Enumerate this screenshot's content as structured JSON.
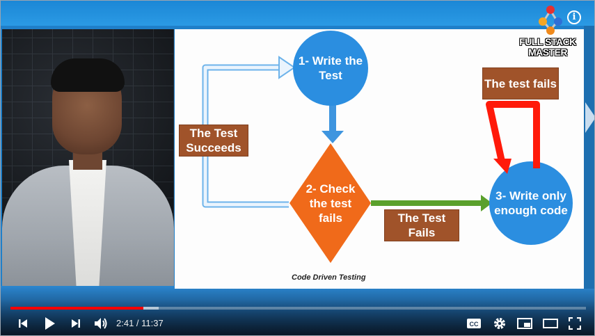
{
  "video": {
    "channel_logo_text": "FULL STACK MASTER",
    "info_label": "i"
  },
  "slide": {
    "nodes": {
      "write_test": "1- Write the Test",
      "check_test": "2- Check the test fails",
      "write_code": "3- Write only enough code"
    },
    "labels": {
      "test_succeeds": "The Test Succeeds",
      "test_fails_bottom": "The Test Fails",
      "test_fails_top": "The test fails"
    },
    "caption": "Code Driven Testing",
    "colors": {
      "circle": "#2b8ee0",
      "diamond": "#f06a1a",
      "label_bg": "#a0532a",
      "arrow_blue_outline": "#6db3ea",
      "arrow_green": "#5aa02c",
      "arrow_red": "#ff1a0a"
    }
  },
  "player": {
    "current_time": "2:41",
    "separator": " / ",
    "duration": "11:37",
    "progress_fraction": 0.231,
    "buffered_fraction": 0.257,
    "progress_color": "#ff0000",
    "icons": [
      "skip-previous-icon",
      "play-icon",
      "skip-next-icon",
      "volume-icon",
      "captions-icon",
      "settings-icon",
      "miniplayer-icon",
      "theater-mode-icon",
      "fullscreen-icon"
    ]
  }
}
